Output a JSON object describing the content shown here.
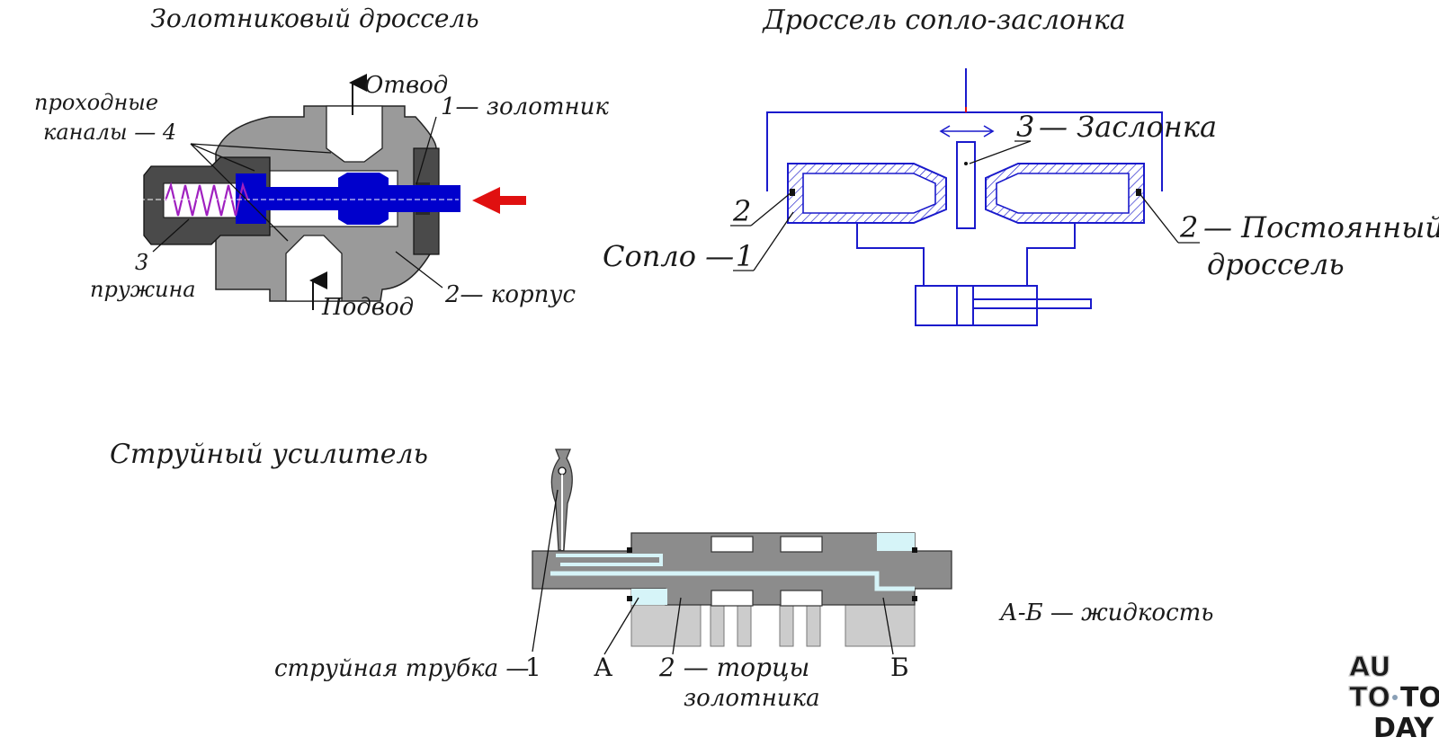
{
  "spool_throttle": {
    "title": "Золотниковый дроссель",
    "outlet": "Отвод",
    "inlet": "Подвод",
    "channels_line1": "проходные",
    "channels_line2": "каналы — 4",
    "spool": "1— золотник",
    "spring_num": "3",
    "spring": "пружина",
    "body": "2— корпус",
    "colors": {
      "body": "#9a9a9a",
      "cap": "#4a4a4a",
      "spool": "#0000cc",
      "spring": "#a020c0",
      "arrow": "#e01010"
    }
  },
  "nozzle_flapper": {
    "title": "Дроссель сопло-заслонка",
    "flapper_num": "3",
    "flapper_text": "— Заслонка",
    "left_num": "2",
    "nozzle_text": "Сопло —",
    "nozzle_num": "1",
    "right_num": "2",
    "const_text": "— Постоянный",
    "const_line2": "дроссель",
    "colors": {
      "lines": "#1a1acc"
    }
  },
  "jet_amplifier": {
    "title": "Струйный усилитель",
    "tube_text": "струйная трубка —",
    "tube_num": "1",
    "label_a": "А",
    "ends_line1": "2 — торцы",
    "ends_line2": "золотника",
    "label_b": "Б",
    "fluid_note": "А-Б — жидкость",
    "colors": {
      "body": "#cccccc",
      "spool": "#8c8c8c",
      "fluid": "#d6f4f8"
    }
  },
  "watermark": {
    "line1": "AU",
    "line2a": "TO",
    "line2b": "TO",
    "line3": "DAY"
  }
}
